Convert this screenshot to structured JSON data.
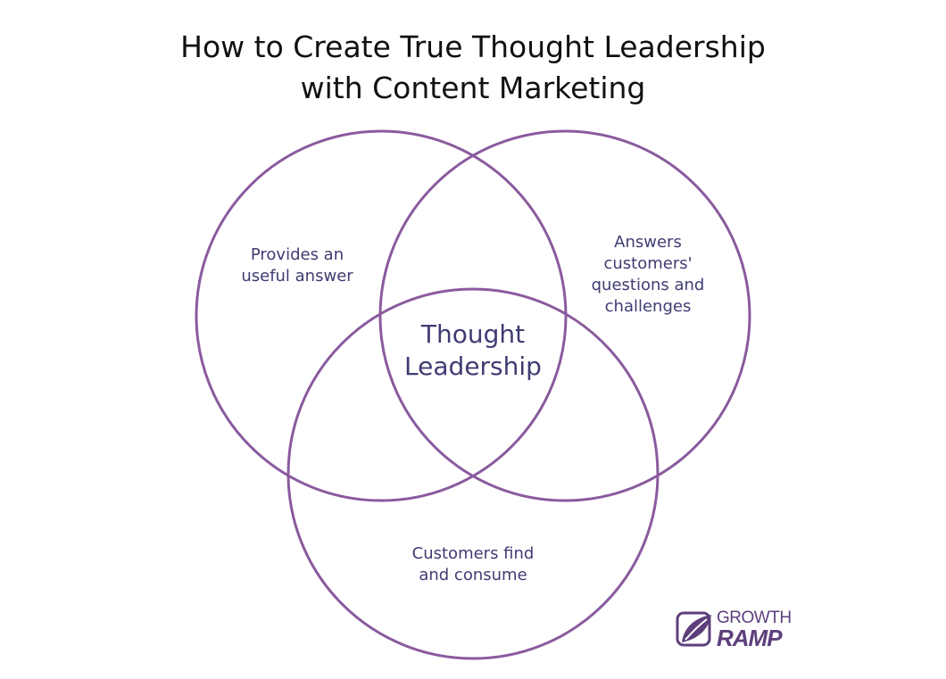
{
  "title": {
    "line1": "How to Create True Thought Leadership",
    "line2": "with Content Marketing"
  },
  "diagram": {
    "circles": [
      {
        "id": "left",
        "label_lines": [
          "Provides an",
          "useful answer"
        ]
      },
      {
        "id": "right",
        "label_lines": [
          "Answers",
          "customers'",
          "questions and",
          "challenges"
        ]
      },
      {
        "id": "bottom",
        "label_lines": [
          "Customers find",
          "and consume"
        ]
      }
    ],
    "center_label_lines": [
      "Thought",
      "Leadership"
    ],
    "stroke_color": "#8a5a9e",
    "label_color": "#3f3c73"
  },
  "logo": {
    "line1": "GROWTH",
    "line2": "RAMP",
    "color": "#5d3f7c",
    "icon": "leaf-logo-icon"
  }
}
